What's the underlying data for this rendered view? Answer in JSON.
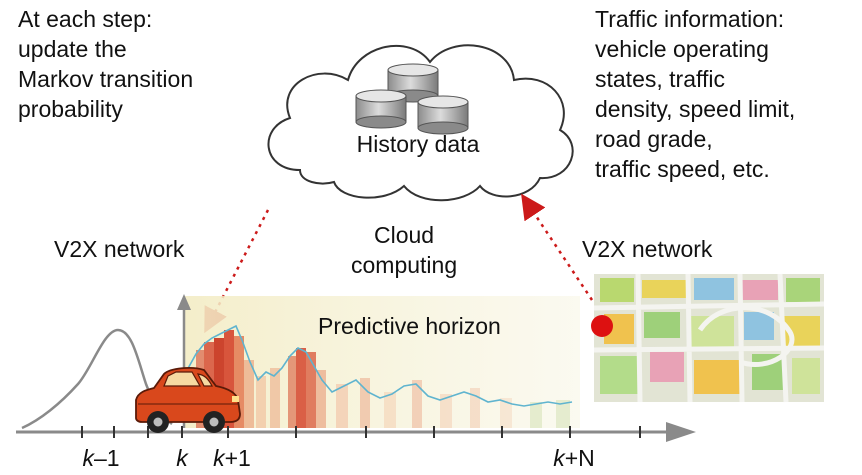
{
  "left_note": "At each step:\nupdate the\nMarkov transition\nprobability",
  "right_note": "Traffic information:\nvehicle operating\nstates, traffic\ndensity, speed limit,\nroad grade,\ntraffic speed, etc.",
  "cloud_label": "History data",
  "v2x_left": "V2X network",
  "v2x_right": "V2X network",
  "cloud_computing": "Cloud\ncomputing",
  "horizon_label": "Predictive horizon",
  "axis_ticks": {
    "k_minus_1": {
      "var": "k",
      "suffix": "–1"
    },
    "k": {
      "var": "k",
      "suffix": ""
    },
    "k_plus_1": {
      "var": "k",
      "suffix": "+1"
    },
    "k_plus_N": {
      "var": "k",
      "suffix": "+N"
    }
  },
  "colors": {
    "arrow_red": "#cc1a1a",
    "axis_gray": "#8a8a8a",
    "car_body": "#d9481c",
    "horizon_fill": "#f5f0d2",
    "bar_red": "#d23a22",
    "trace_blue": "#5fb4cf",
    "map_marker": "#dd1111"
  }
}
